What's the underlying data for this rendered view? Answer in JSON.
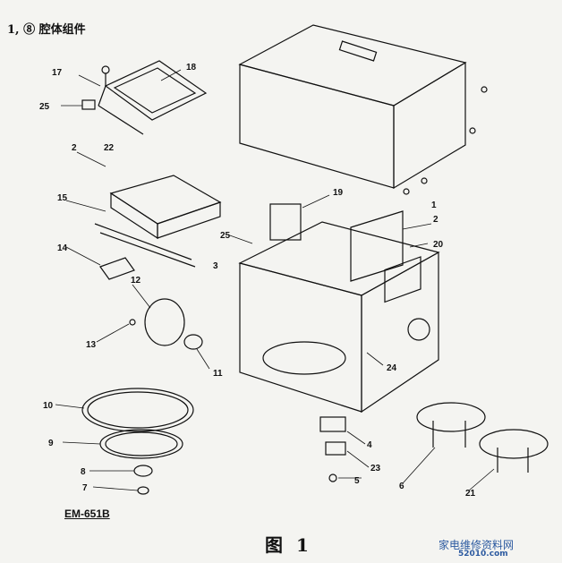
{
  "heading": "1, ⑧ 腔体组件",
  "model": "EM-651B",
  "figure_caption": "图 1",
  "watermark": {
    "text": "家电维修资料网",
    "site": "52010.com"
  },
  "part_labels": [
    "17",
    "18",
    "25",
    "2",
    "15",
    "14",
    "25",
    "12",
    "13",
    "3",
    "11",
    "10",
    "9",
    "8",
    "7",
    "19",
    "2",
    "20",
    "24",
    "4",
    "23",
    "5",
    "6",
    "21",
    "22",
    "1",
    "2"
  ]
}
